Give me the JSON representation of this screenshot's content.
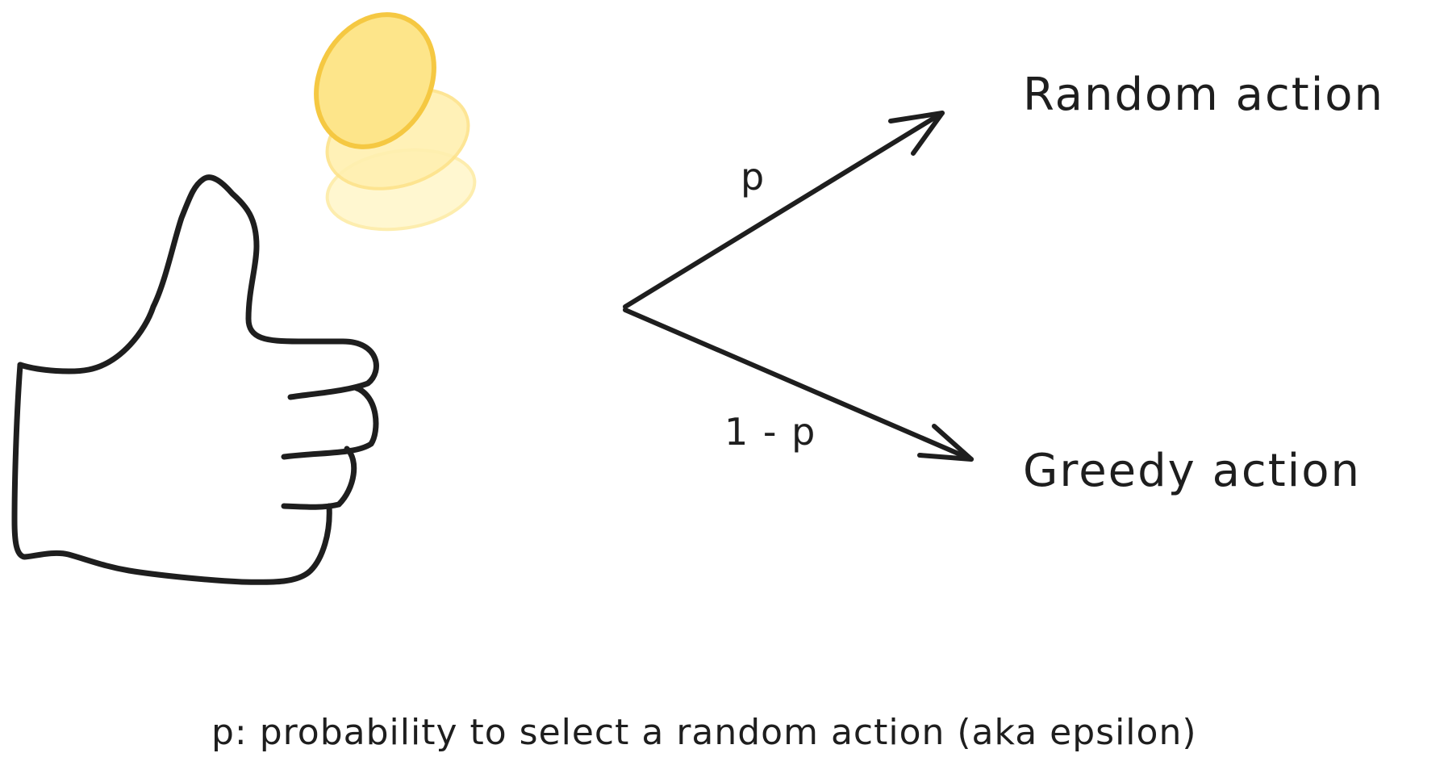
{
  "diagram": {
    "outcomes": {
      "random": "Random action",
      "greedy": "Greedy action"
    },
    "branch_labels": {
      "upper": "p",
      "lower": "1 - p"
    },
    "footnote": "p: probability to select a random action (aka epsilon)",
    "icons": [
      "thumbs-up-hand-icon",
      "coin-icon"
    ],
    "colors": {
      "ink": "#1e1e1e",
      "coin_stroke": "#f5c842",
      "coin_fill": "#fde58a",
      "coin_ghost_fill": "#fff3b8"
    }
  }
}
